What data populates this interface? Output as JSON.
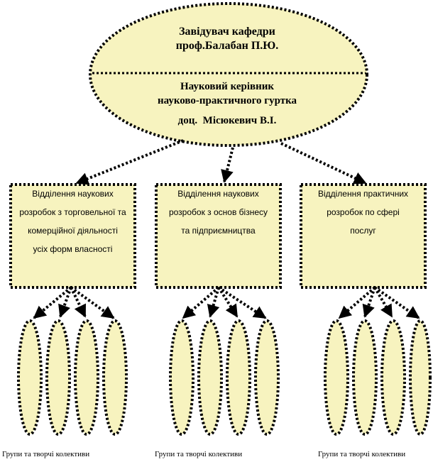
{
  "head": {
    "line1": "Завідувач кафедри",
    "line2": "проф.Балабан П.Ю.",
    "line3": "Науковий керівник",
    "line4": "науково-практичного гуртка",
    "line5_prefix": "доц.",
    "line5_name": "Місюкевич В.І."
  },
  "departments": [
    {
      "lines": [
        "Відділення наукових",
        "розробок з торговельної та",
        "комерційної діяльності",
        "усіх форм власності"
      ]
    },
    {
      "lines": [
        "Відділення наукових",
        "розробок з основ бізнесу",
        "та підприємництва"
      ]
    },
    {
      "lines": [
        "Відділення практичних",
        "розробок по сфері",
        "послуг"
      ]
    }
  ],
  "groups_caption": "Групи та творчі колективи",
  "colors": {
    "fill": "#f7f3bf",
    "stroke": "#000000"
  }
}
